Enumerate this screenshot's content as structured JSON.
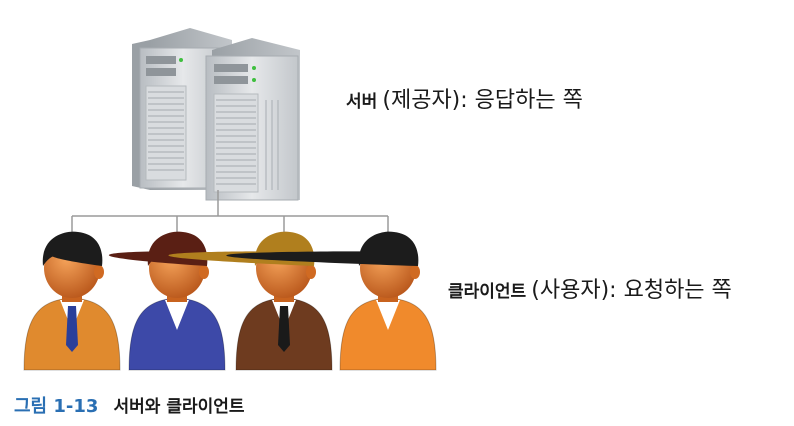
{
  "server": {
    "label_bold": "서버",
    "label_desc": "(제공자): 응답하는 쪽"
  },
  "client": {
    "label_bold": "클라이언트",
    "label_desc": "(사용자): 요청하는 쪽"
  },
  "caption": {
    "number": "그림 1-13",
    "title": "서버와 클라이언트"
  },
  "icons": [
    "server-tower-icon",
    "user-person-icon"
  ],
  "colors": {
    "caption_accent": "#2a6fb3",
    "connector": "#9a9a9a",
    "server_body": "#c9cdd1",
    "skin": "#e07e2c"
  },
  "clients": [
    {
      "hair": "#1c1c1c",
      "suit": "#e08a2e",
      "shirt": "#ffffff",
      "tie": "#2a3f9a"
    },
    {
      "hair": "#5a1f14",
      "suit": "#3d49a8",
      "shirt": "#ffffff",
      "tie": null
    },
    {
      "hair": "#b07f1e",
      "suit": "#6e3b1f",
      "shirt": "#ffffff",
      "tie": "#1a1a1a"
    },
    {
      "hair": "#1c1c1c",
      "suit": "#f08a2c",
      "shirt": "#ffffff",
      "tie": null
    }
  ]
}
